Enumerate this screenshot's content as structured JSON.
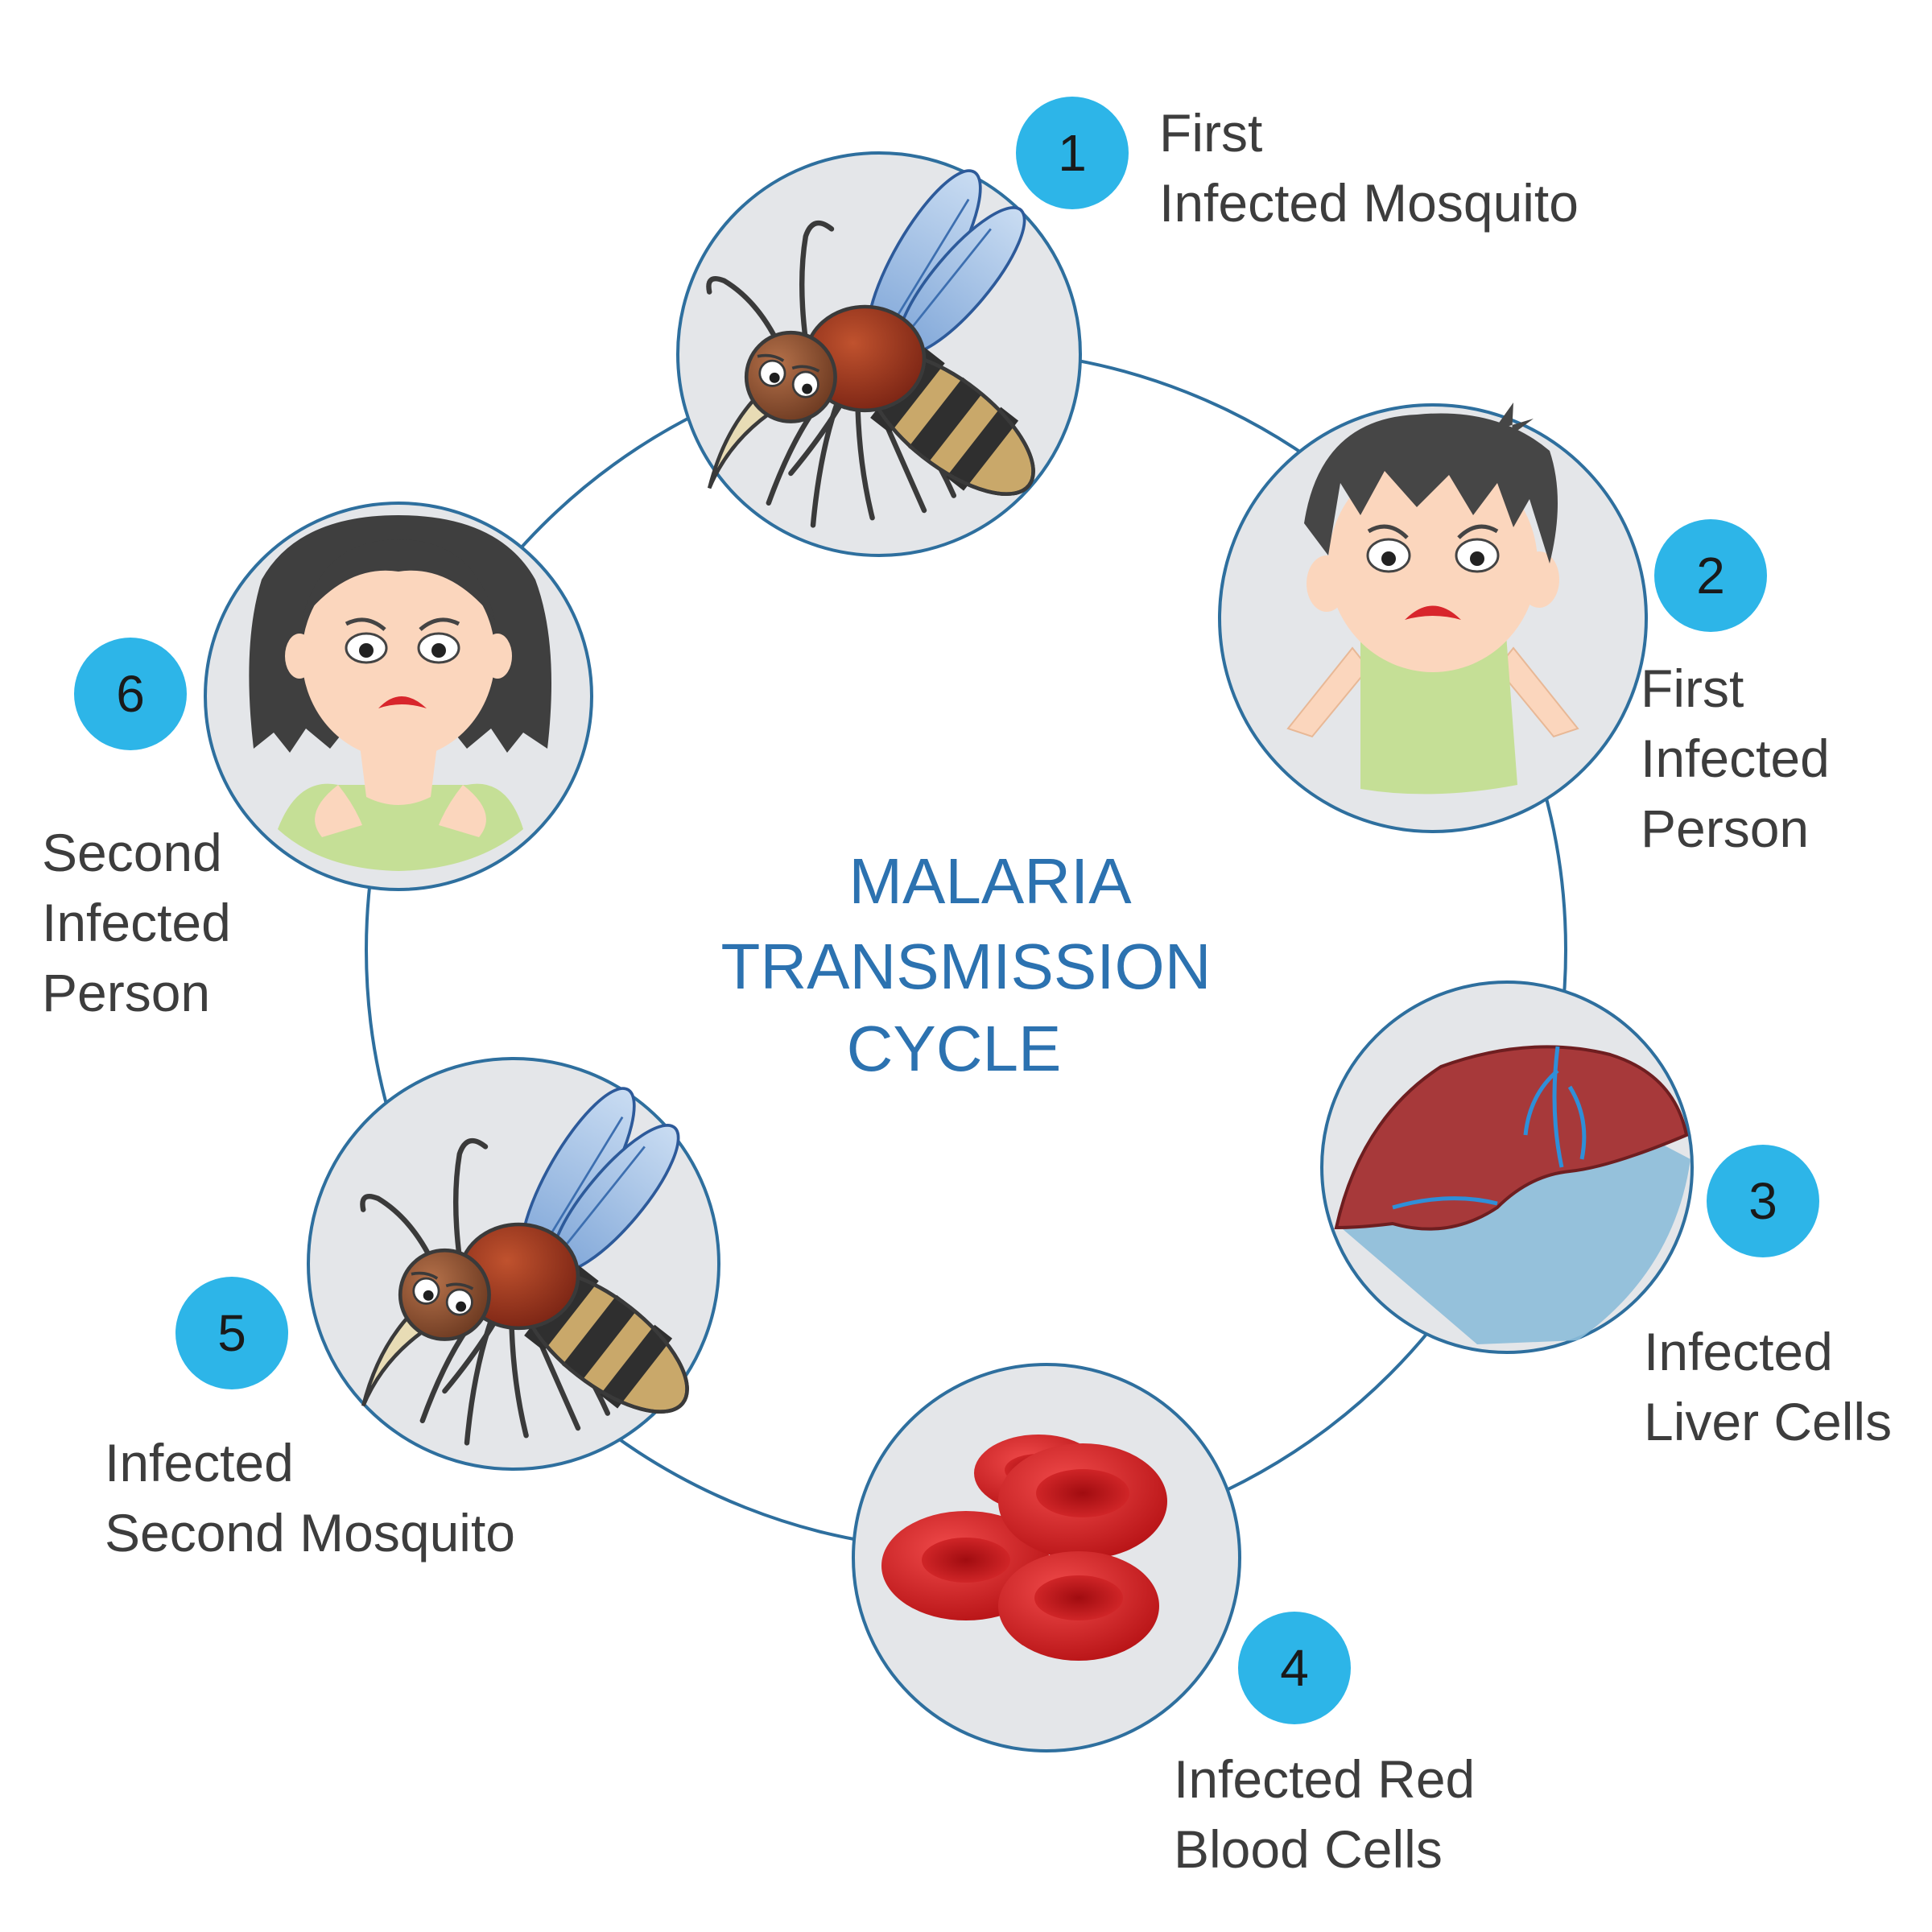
{
  "title": {
    "line1": "MALARIA",
    "line2": "TRANSMISSION",
    "line3": "CYCLE"
  },
  "colors": {
    "ring": "#2e6f9e",
    "badge": "#2db5e8",
    "title": "#2c72b0",
    "label": "#3d3d3d",
    "node_fill": "#e4e6e9"
  },
  "steps": [
    {
      "number": "1",
      "lines": [
        "First",
        "Infected Mosquito"
      ],
      "icon": "mosquito-icon"
    },
    {
      "number": "2",
      "lines": [
        "First",
        "Infected",
        "Person"
      ],
      "icon": "boy-icon"
    },
    {
      "number": "3",
      "lines": [
        "Infected",
        "Liver Cells"
      ],
      "icon": "liver-icon"
    },
    {
      "number": "4",
      "lines": [
        "Infected Red",
        "Blood Cells"
      ],
      "icon": "red-blood-cells-icon"
    },
    {
      "number": "5",
      "lines": [
        "Infected",
        "Second Mosquito"
      ],
      "icon": "mosquito-icon"
    },
    {
      "number": "6",
      "lines": [
        "Second",
        "Infected",
        "Person"
      ],
      "icon": "girl-icon"
    }
  ]
}
